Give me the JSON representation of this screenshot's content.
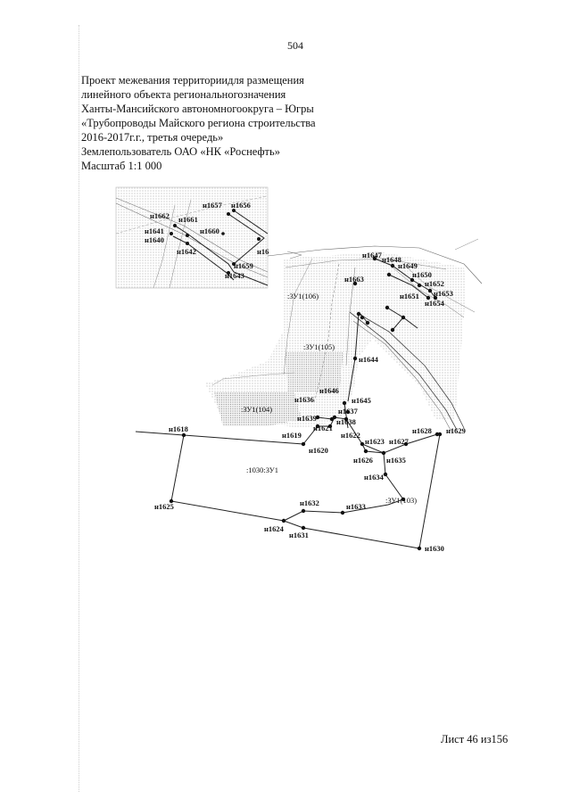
{
  "page_number": "504",
  "header": {
    "lines": [
      "Проект межевания территориидля размещения",
      "линейного объекта регионального­значения",
      "Ханты-Мансийского автономного­округа – Югры",
      "«Трубопроводы Майского региона строительства",
      "2016-2017г.г., третья очередь»",
      "Землепользователь ОАО «НК «Роснефть»",
      "Масштаб 1:1 000"
    ]
  },
  "map": {
    "zones": [
      ":ЗУ1(106)",
      ":ЗУ1(105)",
      ":ЗУ1(104)",
      ":1030:ЗУ1",
      ":ЗУ1(103)"
    ],
    "points": [
      "н1618",
      "н1619",
      "н1620",
      "н1621",
      "н1622",
      "н1623",
      "н1624",
      "н1625",
      "н1626",
      "н1627",
      "н1628",
      "н1629",
      "н1630",
      "н1631",
      "н1632",
      "н1633",
      "н1634",
      "н1635",
      "н1636",
      "н1637",
      "н1638",
      "н1639",
      "н1640",
      "н1641",
      "н1642",
      "н1643",
      "н1644",
      "н1645",
      "н1646",
      "н1647",
      "н1648",
      "н1649",
      "н1650",
      "н1651",
      "н1652",
      "н1653",
      "н1654",
      "н1656",
      "н1657",
      "н1659",
      "н1660",
      "н1661",
      "н1662",
      "н1663",
      "н16"
    ]
  },
  "footer": {
    "sheet": "Лист 46 из156"
  }
}
